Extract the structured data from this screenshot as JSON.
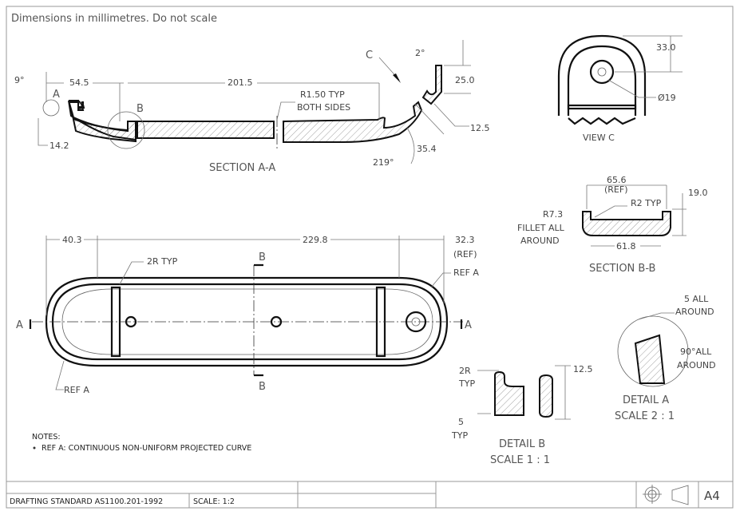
{
  "header_note": "Dimensions in millimetres. Do not scale",
  "section_aa": {
    "title": "SECTION A-A",
    "dims": {
      "angle_9": "9°",
      "d54_5": "54.5",
      "d201_5": "201.5",
      "d14_2": "14.2",
      "r150_line1": "R1.50 TYP",
      "r150_line2": "BOTH SIDES",
      "angle_2": "2°",
      "d25_0": "25.0",
      "d12_5": "12.5",
      "d35_4": "35.4",
      "angle_219": "219°"
    },
    "labels": {
      "a": "A",
      "b": "B",
      "c": "C"
    }
  },
  "view_c": {
    "title": "VIEW C",
    "dims": {
      "d33_0": "33.0",
      "dia19": "Ø19"
    }
  },
  "section_bb": {
    "title": "SECTION B-B",
    "dims": {
      "d65_6": "65.6",
      "ref": "(REF)",
      "r2": "R2 TYP",
      "d19_0": "19.0",
      "r7_3_l1": "R7.3",
      "r7_3_l2": "FILLET ALL",
      "r7_3_l3": "AROUND",
      "d61_8": "61.8"
    }
  },
  "plan_view": {
    "dims": {
      "d40_3": "40.3",
      "d229_8": "229.8",
      "d32_3": "32.3",
      "ref": "(REF)",
      "r2typ": "2R TYP",
      "refa_top": "REF A",
      "refa_bottom": "REF A"
    },
    "section_labels": {
      "a_left": "A",
      "a_right": "A",
      "b_top": "B",
      "b_bottom": "B"
    }
  },
  "detail_a": {
    "title": "DETAIL A",
    "scale": "SCALE 2 : 1",
    "dims": {
      "l1": "5 ALL",
      "l2": "AROUND",
      "l3": "90°ALL",
      "l4": "AROUND"
    }
  },
  "detail_b": {
    "title": "DETAIL B",
    "scale": "SCALE 1 : 1",
    "dims": {
      "r2": "2R",
      "typ1": "TYP",
      "d12_5": "12.5",
      "d5": "5",
      "typ2": "TYP"
    }
  },
  "notes": {
    "title": "NOTES:",
    "items": [
      "REF A: CONTINUOUS NON-UNIFORM PROJECTED CURVE"
    ]
  },
  "title_block": {
    "standard": "DRAFTING STANDARD AS1100.201-1992",
    "scale": "SCALE: 1:2",
    "sheet_size": "A4",
    "projection_icon": "third-angle-projection-icon"
  }
}
